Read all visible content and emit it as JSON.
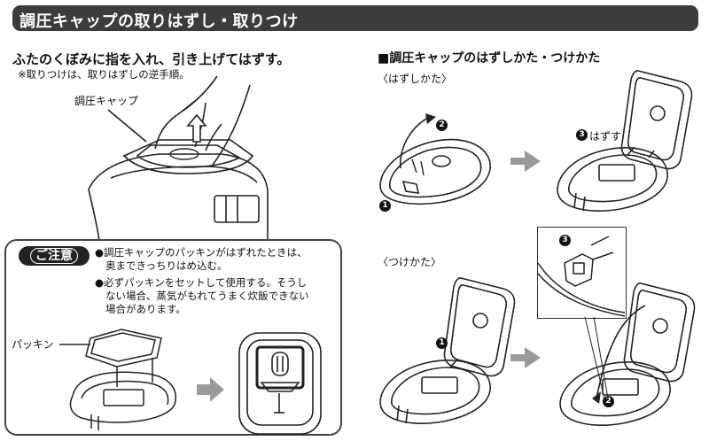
{
  "header": {
    "title": "調圧キャップの取りはずし・取りつけ"
  },
  "left": {
    "instruction": "ふたのくぼみに指を入れ、引き上げてはずす。",
    "note": "※取りつけは、取りはずしの逆手順。",
    "cap_label": "調圧キャップ"
  },
  "notice": {
    "badge": "ご注意",
    "item1_line1": "●調圧キャップのパッキンがはずれたときは、",
    "item1_line2": "奥まできっちりはめ込む。",
    "item2_line1": "●必ずパッキンをセットして使用する。そうし",
    "item2_line2": "ない場合、蒸気がもれてうまく炊飯できない",
    "item2_line3": "場合があります。",
    "packing_label": "パッキン"
  },
  "right": {
    "section_title": "■調圧キャップのはずしかた・つけかた",
    "remove_label": "〈はずしかた〉",
    "attach_label": "〈つけかた〉",
    "step3_remove": "はずす",
    "step_numbers": [
      "1",
      "2",
      "3"
    ]
  },
  "colors": {
    "header_bg": "#3c3c3c",
    "arrow_gray": "#9a9a9a",
    "line": "#222222"
  }
}
